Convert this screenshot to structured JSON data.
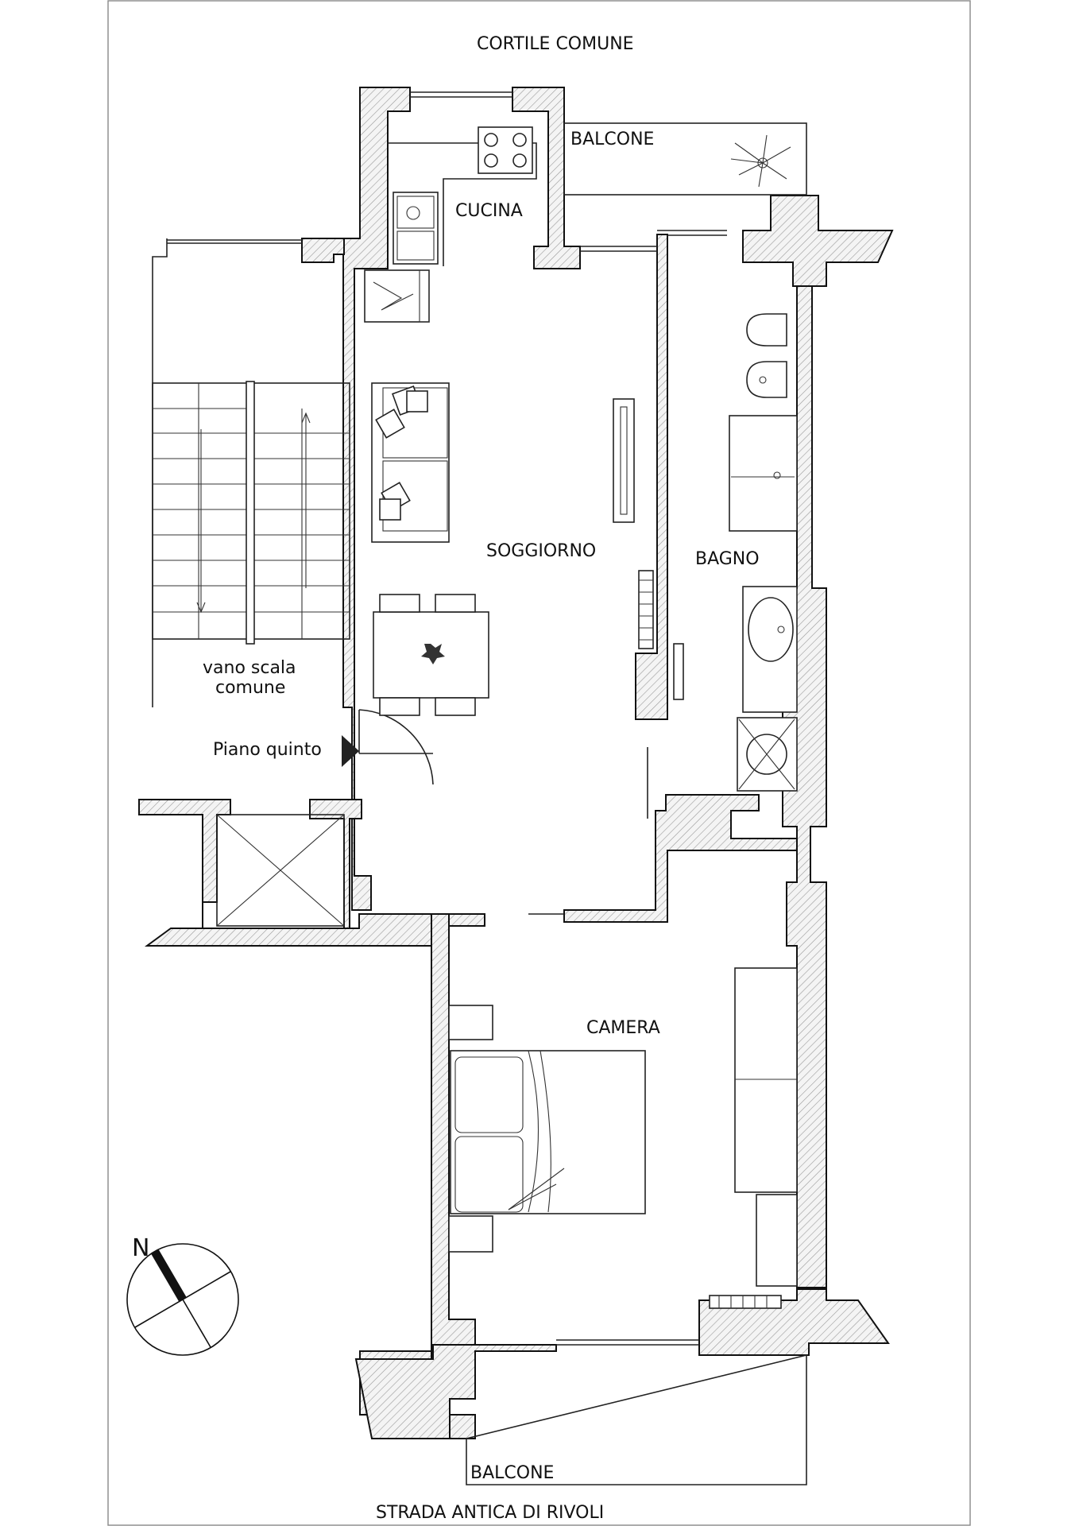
{
  "labels": {
    "top_street": "CORTILE COMUNE",
    "bottom_street": "STRADA ANTICA DI RIVOLI",
    "balcony_top": "BALCONE",
    "balcony_bottom": "BALCONE",
    "kitchen": "CUCINA",
    "living": "SOGGIORNO",
    "bathroom": "BAGNO",
    "bedroom": "CAMERA",
    "stair_line1": "vano scala",
    "stair_line2": "comune",
    "floor": "Piano quinto",
    "north": "N"
  },
  "colors": {
    "line": "#111111",
    "hatch": "#9a9a9a",
    "background": "#ffffff"
  }
}
